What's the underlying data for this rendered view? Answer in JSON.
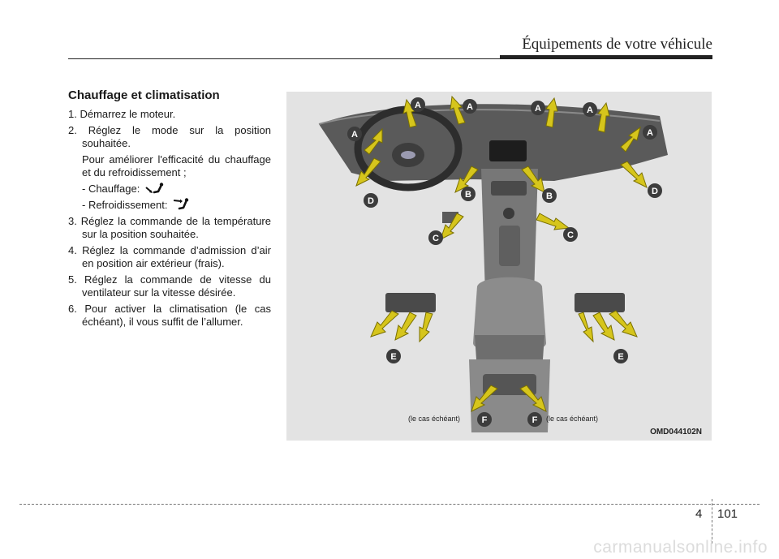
{
  "header": {
    "title": "Équipements de votre véhicule"
  },
  "section": {
    "title": "Chauffage et climatisation",
    "steps": [
      {
        "num": "1.",
        "text": "Démarrez le moteur."
      },
      {
        "num": "2.",
        "text": "Réglez le mode sur la position souhaitée."
      },
      {
        "num": "3.",
        "text": "Réglez la commande de la température sur la position souhaitée."
      },
      {
        "num": "4.",
        "text": "Réglez la commande d’admission d’air en position air extérieur (frais)."
      },
      {
        "num": "5.",
        "text": "Réglez la commande de vitesse du ventilateur sur la vitesse désirée."
      },
      {
        "num": "6.",
        "text": "Pour activer la climatisation (le cas échéant), il vous suffit de l’allumer."
      }
    ],
    "note": "Pour améliorer l'efficacité du chauffage et du refroidissement ;",
    "heating_label": "- Chauffage:",
    "cooling_label": "- Refroidissement:",
    "icons": {
      "heating": "floor-mode-icon",
      "cooling": "face-mode-icon"
    }
  },
  "figure": {
    "code": "OMD044102N",
    "caption_left": "(le cas échéant)",
    "caption_right": "(le cas échéant)",
    "labels": [
      "A",
      "A",
      "A",
      "A",
      "A",
      "A",
      "B",
      "B",
      "C",
      "C",
      "D",
      "D",
      "E",
      "E",
      "F",
      "F"
    ],
    "colors": {
      "arrow": "#d6c51c",
      "arrow_outline": "#7a7000",
      "badge": "#3c3c3c",
      "badge_text": "#ffffff",
      "background": "#e3e3e3"
    }
  },
  "footer": {
    "chapter": "4",
    "page": "101",
    "watermark": "carmanualsonline.info"
  }
}
